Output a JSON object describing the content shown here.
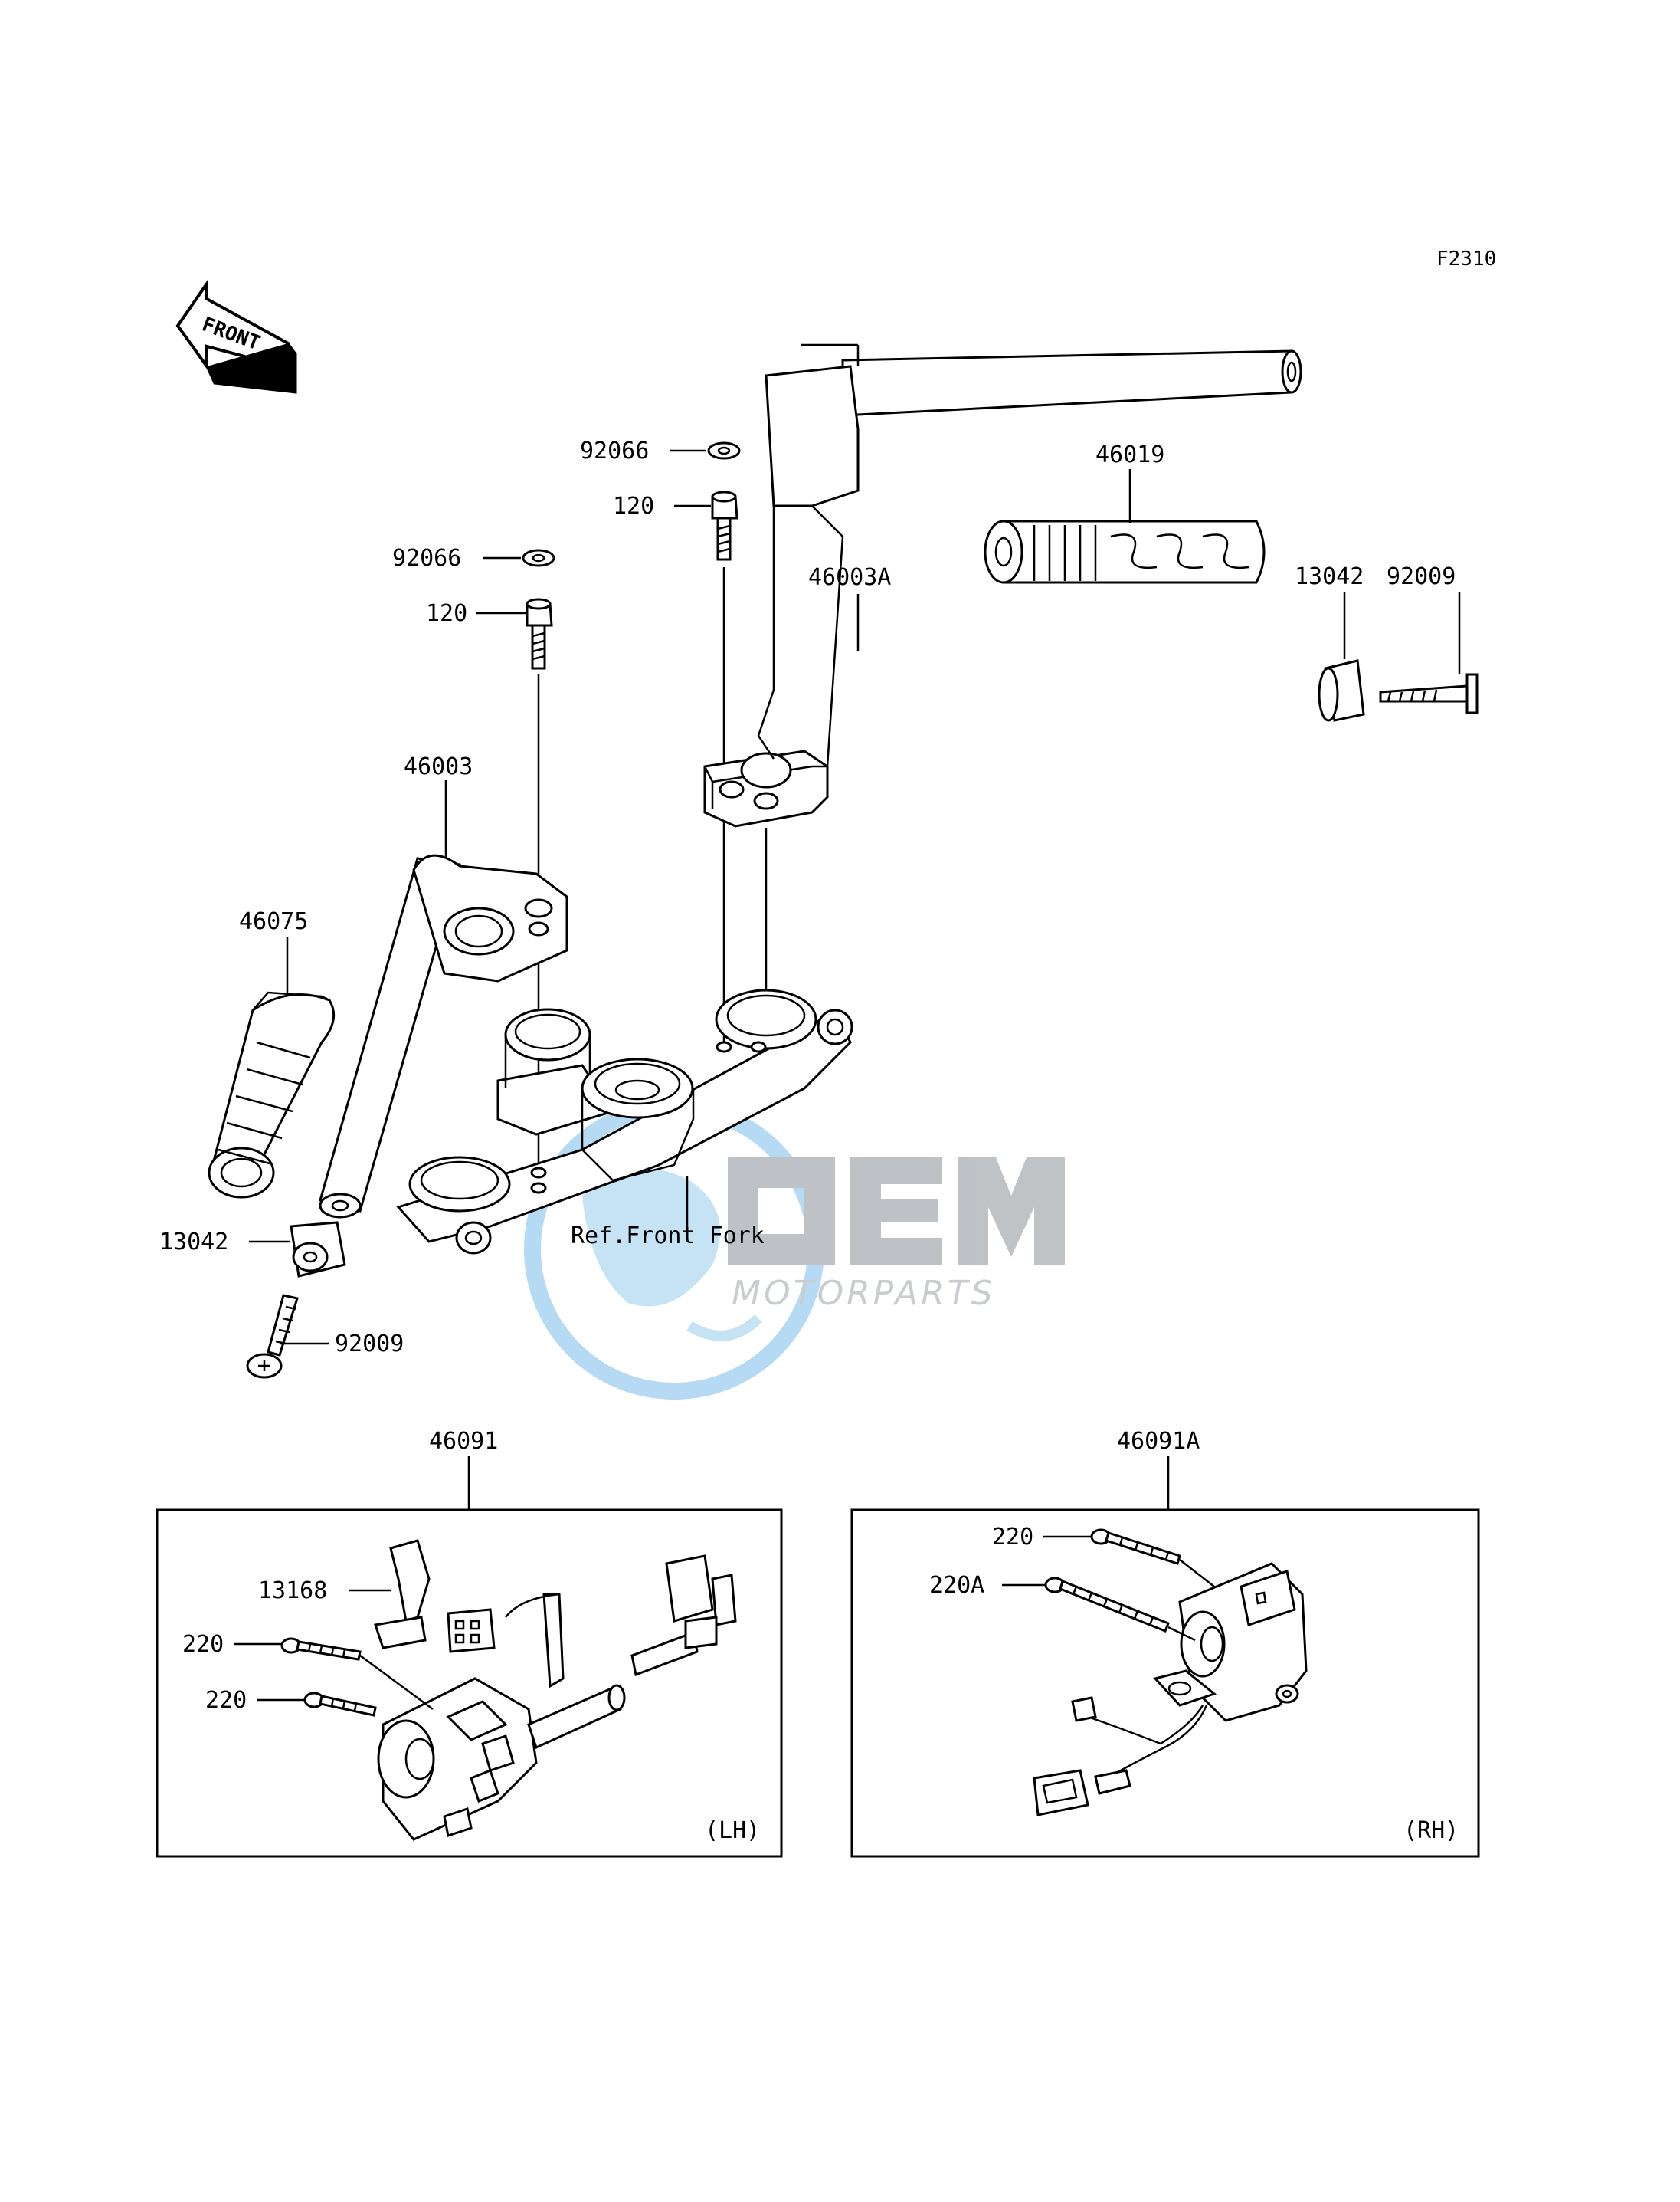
{
  "diagram": {
    "figure_code": "F2310",
    "front_arrow_text": "FRONT",
    "reference_label": "Ref.Front Fork",
    "watermark": {
      "brand": "OEM",
      "subtitle": "MOTORPARTS",
      "color": "#4aa3df"
    }
  },
  "callouts": {
    "c92066_top": "92066",
    "c120_top": "120",
    "c46019": "46019",
    "c46003A": "46003A",
    "c13042_right": "13042",
    "c92009_right": "92009",
    "c92066_left": "92066",
    "c120_left": "120",
    "c46003": "46003",
    "c46075": "46075",
    "c13042_left": "13042",
    "c92009_left": "92009"
  },
  "panels": {
    "left": {
      "title": "46091",
      "side": "(LH)",
      "c13168": "13168",
      "c220_a": "220",
      "c220_b": "220"
    },
    "right": {
      "title": "46091A",
      "side": "(RH)",
      "c220": "220",
      "c220A": "220A"
    }
  }
}
